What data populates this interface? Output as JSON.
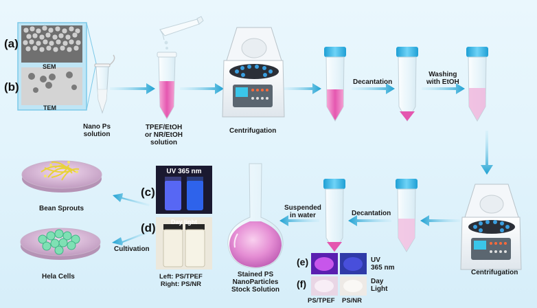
{
  "panel_tags": {
    "a": "(a)",
    "b": "(b)",
    "c": "(c)",
    "d": "(d)",
    "e": "(e)",
    "f": "(f)"
  },
  "microscopy": {
    "sem_label": "SEM",
    "tem_label": "TEM"
  },
  "steps": {
    "nano_ps": "Nano Ps\nsolution",
    "tpef_solution": "TPEF/EtOH\nor NR/EtOH\nsolution",
    "centrifugation_top": "Centrifugation",
    "decantation_top": "Decantation",
    "washing": "Washing\nwith EtOH",
    "centrifugation_bottom": "Centrifugation",
    "decantation_bottom": "Decantation",
    "suspended": "Suspended\nin water",
    "stock": "Stained PS\nNanoParticles\nStock Solution",
    "cultivation": "Cultivation",
    "bean_sprouts": "Bean Sprouts",
    "hela_cells": "Hela Cells"
  },
  "vial_photos": {
    "uv_title": "UV 365 nm",
    "day_title": "Day light",
    "caption": "Left: PS/TPEF\nRight: PS/NR"
  },
  "powder": {
    "uv_label": "UV\n365 nm",
    "day_label": "Day\nLight",
    "left_caption": "PS/TPEF",
    "right_caption": "PS/NR"
  },
  "colors": {
    "arrow": "#2aa7d3",
    "tube_cap": "#3fb8e6",
    "pink_liquid": "#e55fb0",
    "uv_glow": "#3d6cff"
  }
}
